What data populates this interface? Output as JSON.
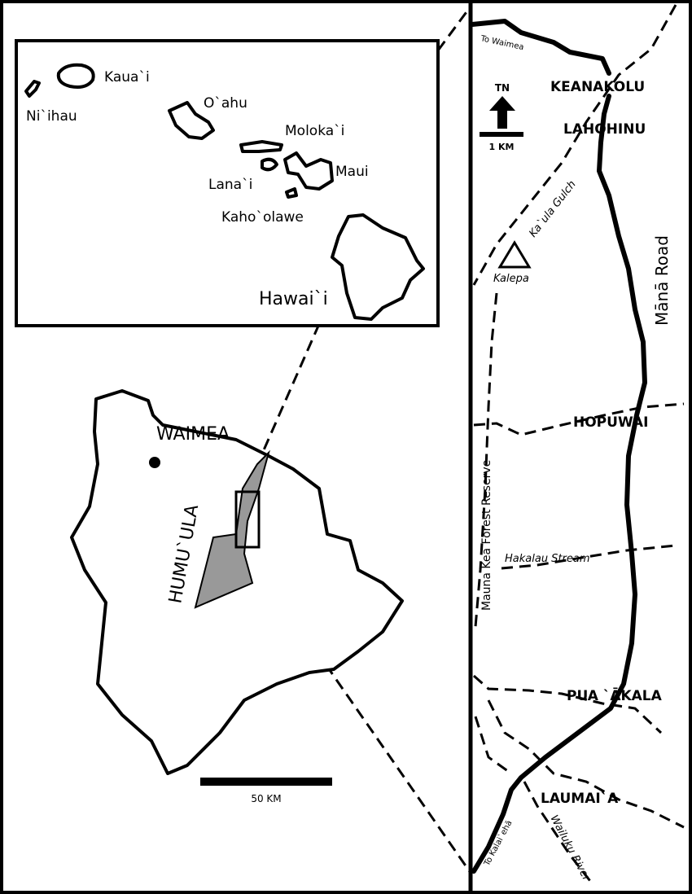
{
  "inset": {
    "islands": [
      "Ni`ihau",
      "Kaua`i",
      "O`ahu",
      "Moloka`i",
      "Lana`i",
      "Maui",
      "Kaho`olawe",
      "Hawai`i"
    ]
  },
  "big_island": {
    "town": "WAIMEA",
    "region": "HUMU`ULA",
    "region_fill": "#999999",
    "scale_label": "50 KM"
  },
  "detail": {
    "north_label": "TN",
    "scale_label": "1 KM",
    "sites": [
      "KEANAKOLU",
      "LAHOHINU",
      "HOPUWAI",
      "PUA `ĀKALA",
      "LAUMAI`A"
    ],
    "road_name": "Mānā Road",
    "to_waimea": "To Waimea",
    "to_kalaieha": "To Kalai`ehā",
    "gulch": "Ka`ula Gulch",
    "peak": "Kalepa",
    "reserve": "Mauna Kea Forest Reserve",
    "stream": "Hakalau Stream",
    "river": "Wailuku River"
  }
}
